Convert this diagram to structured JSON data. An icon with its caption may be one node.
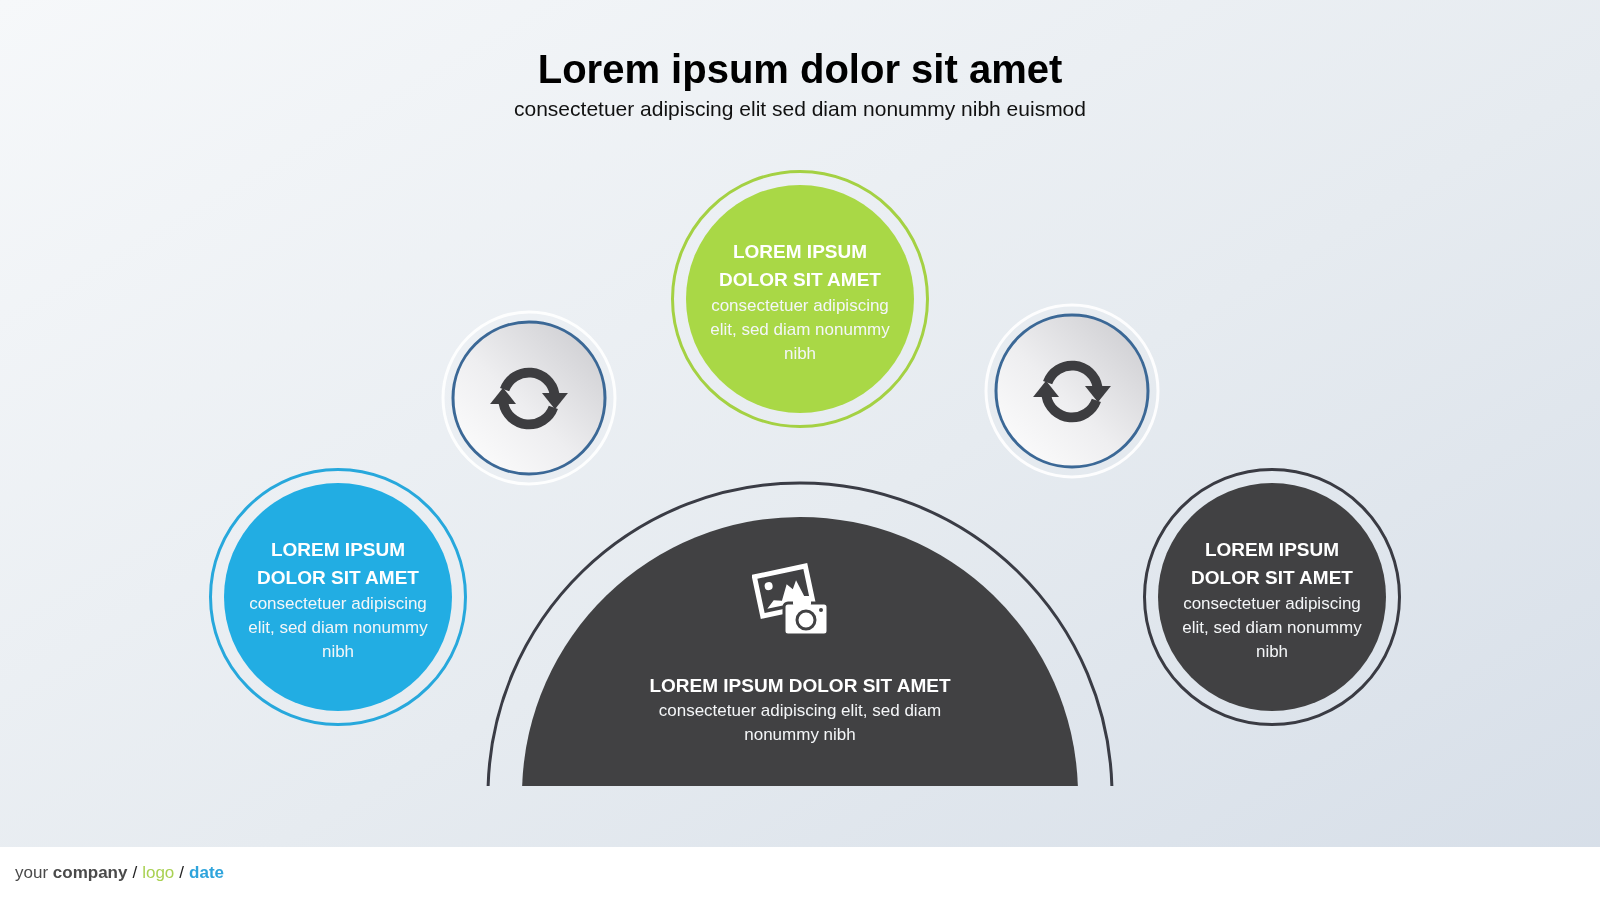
{
  "diagram": {
    "title": "Lorem ipsum dolor sit amet",
    "nodes": [
      {
        "text": [
          "LOREM IPSUM DOLOR SIT AMET",
          "consectetuer adipiscing elit, sed diam nonummy nibh"
        ]
      },
      {
        "text": [],
        "shape": "circle"
      },
      {
        "text": [],
        "shape": "circle"
      },
      {
        "text": [
          "LOREM IPSUM DOLOR SIT AMET",
          "consectetuer adipiscing elit, sed diam nonummy nibh"
        ]
      },
      {
        "text": [
          "LOREM IPSUM DOLOR SIT AMET",
          "consectetuer adipiscing elit, sed diam nonummy nibh"
        ]
      },
      {
        "text": [
          "LOREM IPSUM DOLOR SIT AMET",
          "consectetuer adipiscing elit, sed diam nonummy nibh"
        ]
      }
    ],
    "labels": [
      "consectetuer adipiscing elit sed diam nonummy nibh euismod",
      "your **company**",
      "/",
      "logo",
      "/",
      "date"
    ]
  }
}
